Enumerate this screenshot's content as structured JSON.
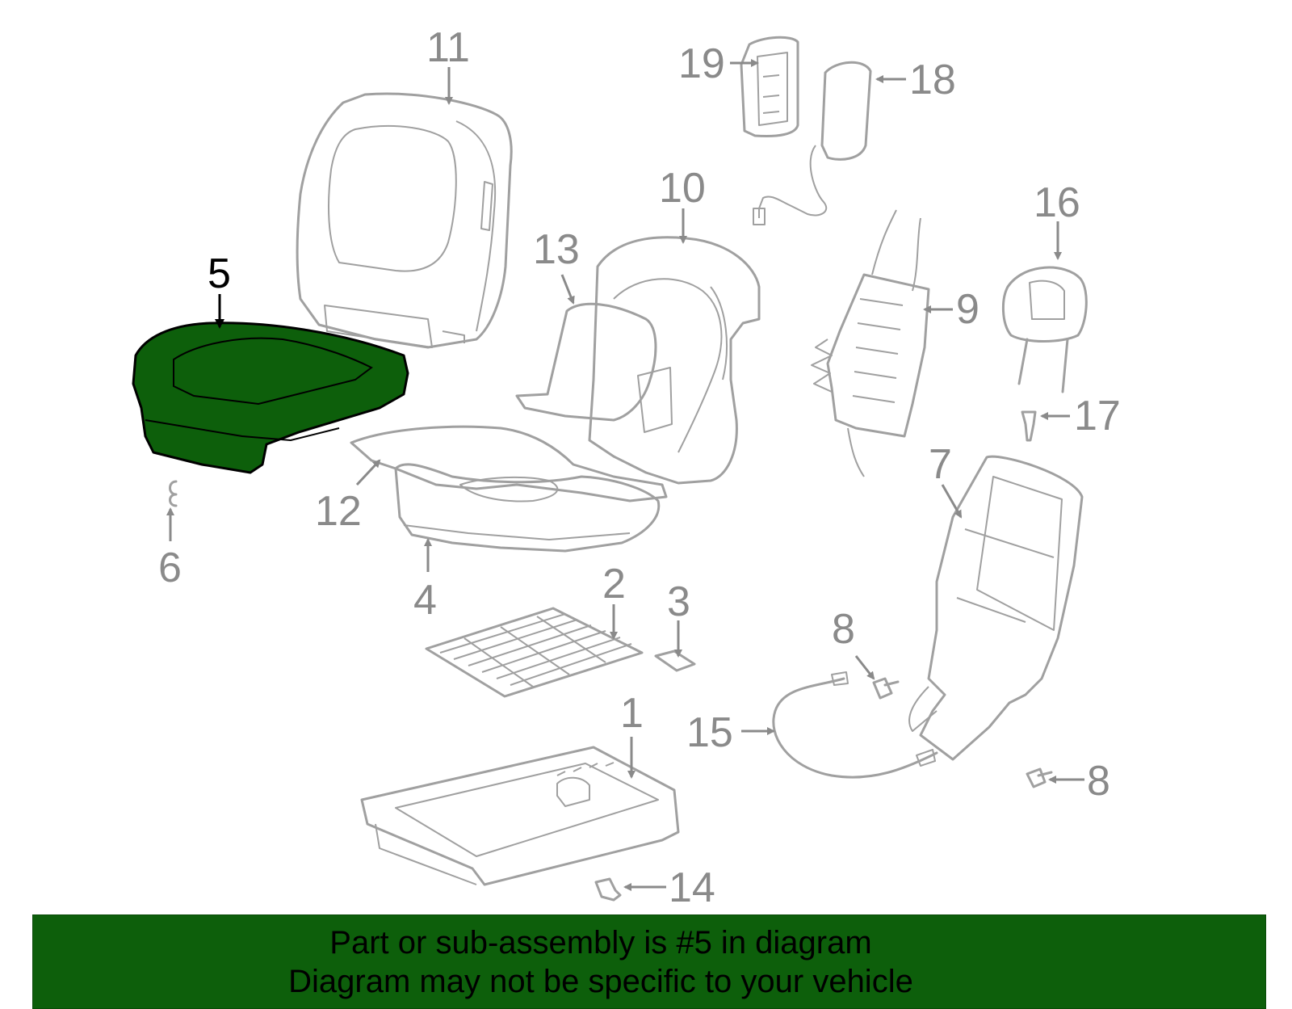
{
  "diagram": {
    "highlighted_part": "5",
    "highlight_color": "#0d5f0b",
    "callouts": [
      "11",
      "19",
      "18",
      "10",
      "13",
      "9",
      "16",
      "5",
      "17",
      "12",
      "6",
      "4",
      "7",
      "2",
      "3",
      "8",
      "1",
      "15",
      "8",
      "14"
    ]
  },
  "banner": {
    "line1": "Part or sub-assembly is #5 in diagram",
    "line2": "Diagram may not be specific to your vehicle",
    "background": "#0d5f0b"
  }
}
